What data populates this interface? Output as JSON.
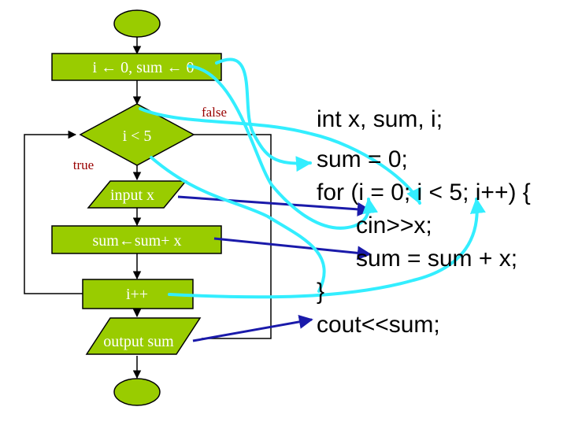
{
  "flowchart": {
    "init_label": "i ←  0, sum ← 0",
    "condition_label": "i <  5",
    "false_label": "false",
    "true_label": "true",
    "input_label": "input x",
    "sum_update_label": "sum←sum+ x",
    "increment_label": "i++",
    "output_label": "output sum"
  },
  "code": {
    "lines": [
      "int x, sum, i;",
      "sum = 0;",
      "for (i = 0; i < 5; i++) {",
      "      cin>>x;",
      "      sum = sum + x;",
      "}",
      "cout<<sum;"
    ]
  },
  "colors": {
    "shape_fill": "#99cc00",
    "connector": "#000000",
    "label_red": "#990000",
    "arrow_cyan": "#33eeff",
    "arrow_blue": "#1a1aaa"
  }
}
